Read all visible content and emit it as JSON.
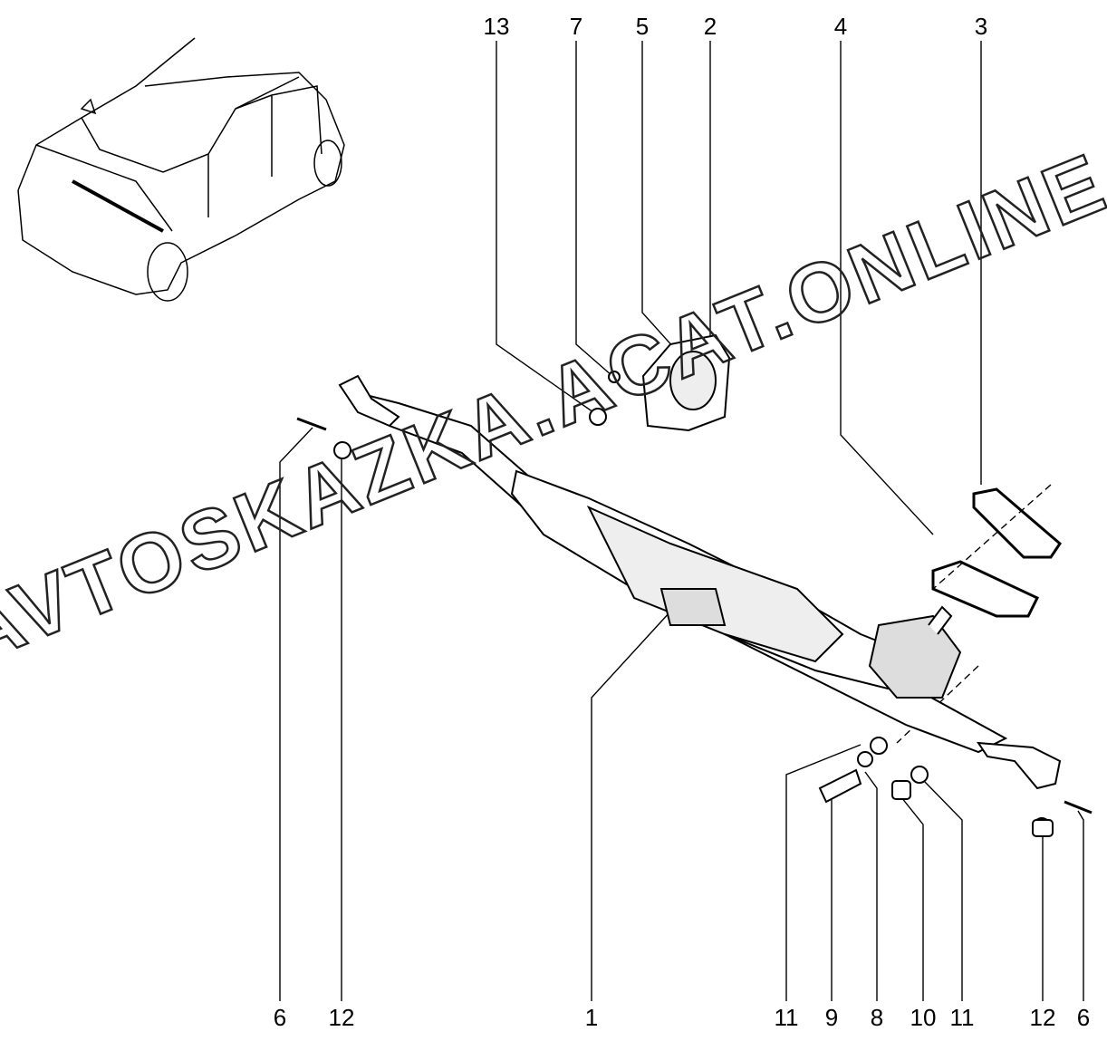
{
  "diagram": {
    "title": "Steering rack assembly",
    "watermark": "AVTOSKAZKA.ACAT.ONLINE",
    "callouts_top": [
      "13",
      "7",
      "5",
      "2",
      "4",
      "3"
    ],
    "callouts_bottom": [
      "6",
      "12",
      "1",
      "11",
      "9",
      "8",
      "10",
      "11",
      "12",
      "6"
    ]
  }
}
